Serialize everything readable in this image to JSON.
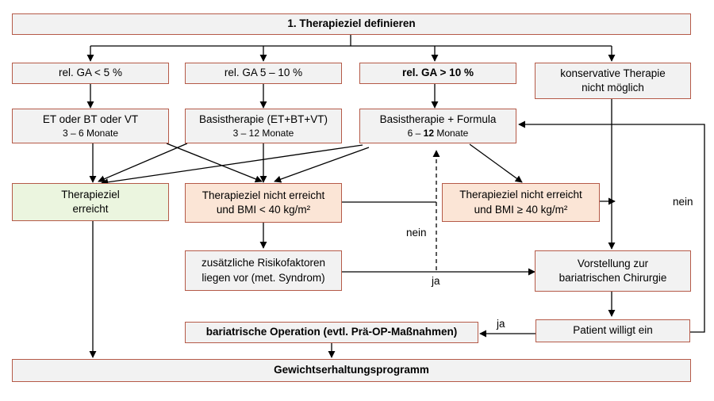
{
  "nodes": {
    "goal": "1. Therapieziel definieren",
    "ga_lt5": "rel. GA < 5 %",
    "ga_5_10": "rel. GA 5 – 10 %",
    "ga_gt10": "rel. GA > 10 %",
    "cons_1": "konservative Therapie",
    "cons_2": "nicht möglich",
    "et_1": "ET oder BT oder VT",
    "et_2": "3 – 6 Monate",
    "basis_1": "Basistherapie (ET+BT+VT)",
    "basis_2": "3 – 12 Monate",
    "formula_1": "Basistherapie + Formula",
    "formula_2a": "6 – ",
    "formula_2b": "12",
    "formula_2c": " Monate",
    "reached_1": "Therapieziel",
    "reached_2": "erreicht",
    "nr40_1": "Therapieziel nicht erreicht",
    "nr40_2": "und BMI < 40 kg/m²",
    "nr40b_1": "Therapieziel nicht erreicht",
    "nr40b_2": "und BMI ≥ 40 kg/m²",
    "risk_1": "zusätzliche Risikofaktoren",
    "risk_2": "liegen vor (met. Syndrom)",
    "vorst_1": "Vorstellung zur",
    "vorst_2": "bariatrischen Chirurgie",
    "op": "bariatrische Operation (evtl. Prä-OP-Maßnahmen)",
    "consent": "Patient willigt ein",
    "maint": "Gewichtserhaltungsprogramm"
  },
  "labels": {
    "nein_left": "nein",
    "nein_right": "nein",
    "ja_mid": "ja",
    "ja_bottom": "ja"
  },
  "colors": {
    "border": "#b55a48",
    "box_fill": "#f2f2f2",
    "green_fill": "#ebf5df",
    "peach_fill": "#fbe5d6"
  }
}
